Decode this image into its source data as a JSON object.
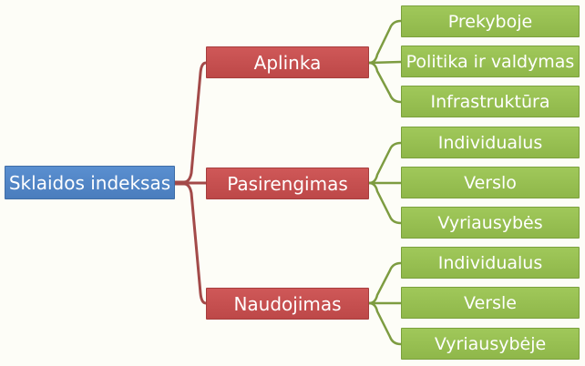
{
  "root": {
    "label": "Sklaidos indeksas"
  },
  "branches": [
    {
      "label": "Aplinka",
      "children": [
        "Prekyboje",
        "Politika ir valdymas",
        "Infrastruktūra"
      ]
    },
    {
      "label": "Pasirengimas",
      "children": [
        "Individualus",
        "Verslo",
        "Vyriausybės"
      ]
    },
    {
      "label": "Naudojimas",
      "children": [
        "Individualus",
        "Versle",
        "Vyriausybėje"
      ]
    }
  ],
  "colors": {
    "root": "#4f84c4",
    "branch": "#c0504d",
    "leaf": "#9bbb59",
    "root_connector": "#a34a49",
    "branch_connector": "#7d9c41",
    "background": "#fdfdf7"
  }
}
